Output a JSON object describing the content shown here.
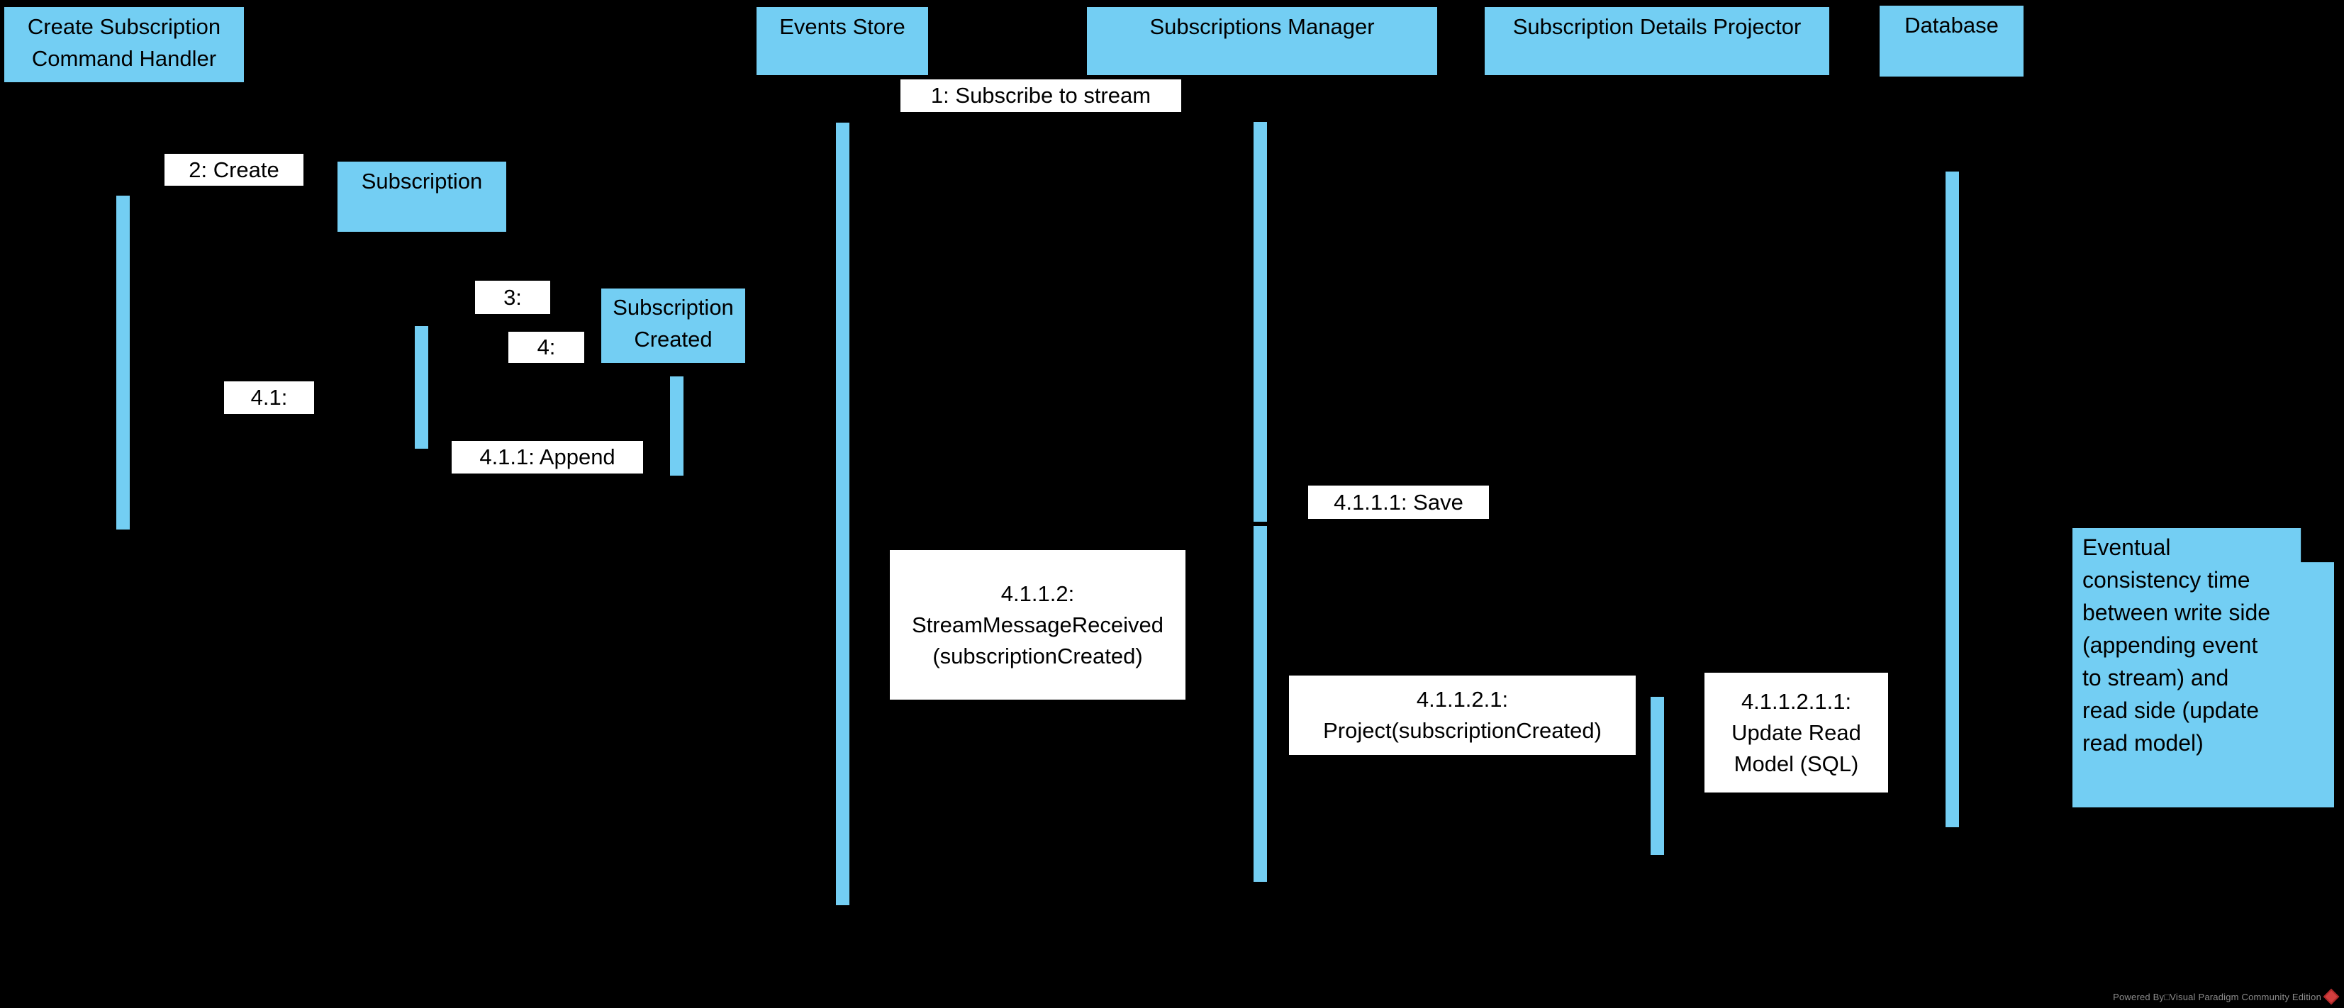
{
  "window": {
    "background": "#000000"
  },
  "colors": {
    "shape_fill": "#73CEF3",
    "label_fill": "#FFFFFF",
    "text": "#000000",
    "footer_text": "#8C8C8C",
    "logo_red": "#D23F3F"
  },
  "participants": [
    {
      "label": "Create Subscription Command Handler"
    },
    {
      "label": "Events Store"
    },
    {
      "label": "Subscriptions Manager"
    },
    {
      "label": "Subscription Details Projector"
    },
    {
      "label": "Database"
    }
  ],
  "objects": [
    {
      "label": "Subscription"
    },
    {
      "label": "Subscription Created"
    }
  ],
  "messages": [
    {
      "label": "1: Subscribe to stream"
    },
    {
      "label": "2: Create"
    },
    {
      "label": "3:"
    },
    {
      "label": "4:"
    },
    {
      "label": "4.1:"
    },
    {
      "label": "4.1.1: Append"
    },
    {
      "label": "4.1.1.1: Save"
    },
    {
      "label": "4.1.1.2: StreamMessageReceived (subscriptionCreated)"
    },
    {
      "label": "4.1.1.2.1: Project(subscriptionCreated)"
    },
    {
      "label": "4.1.1.2.1.1: Update Read Model (SQL)"
    }
  ],
  "note": {
    "text": "Eventual consistency time between write side (appending event to stream) and read side (update read model)"
  },
  "footer": {
    "credit": "Powered By□Visual Paradigm Community Edition"
  }
}
